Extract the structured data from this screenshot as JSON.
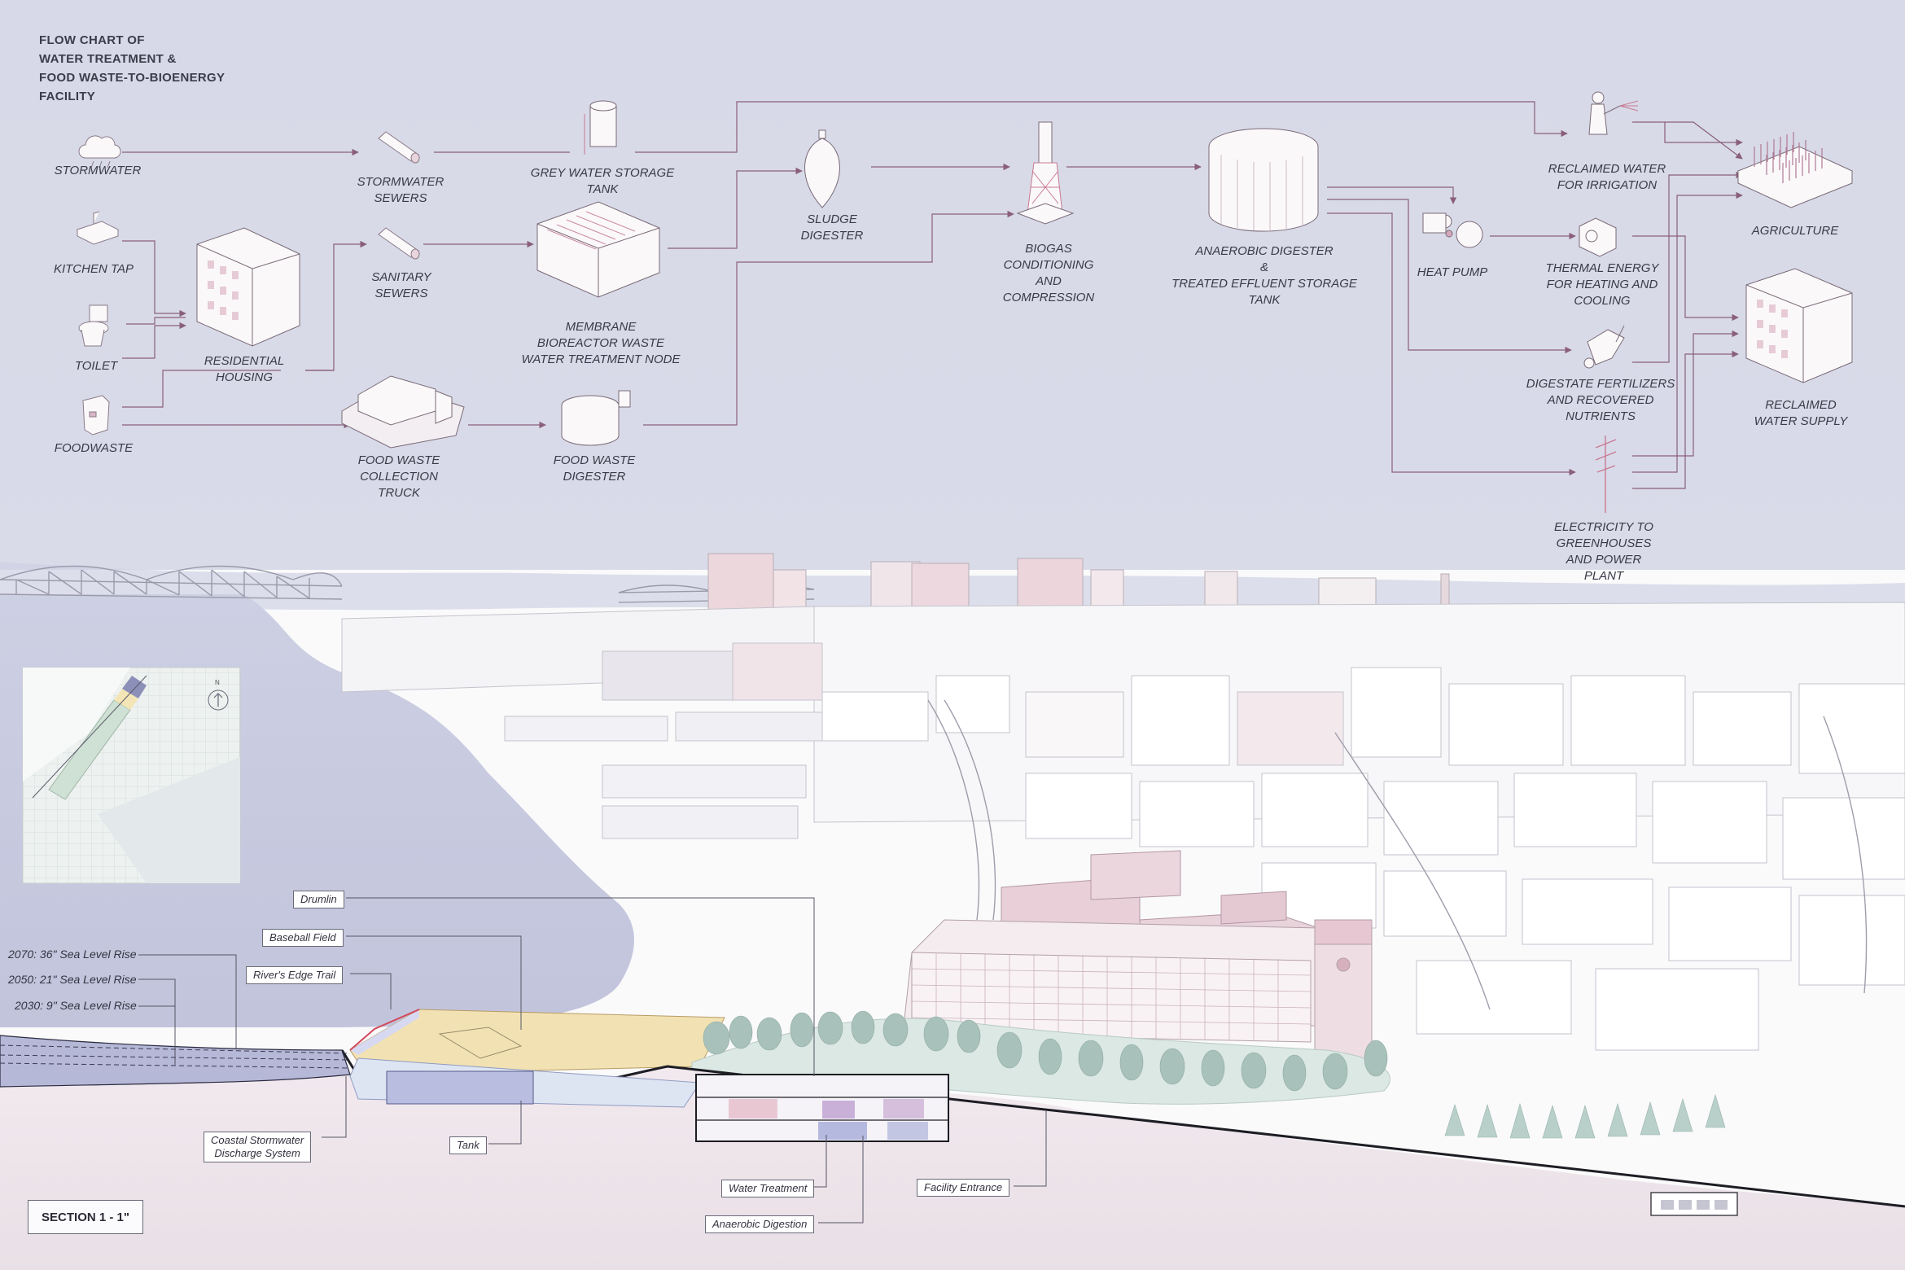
{
  "header": {
    "title_lines": [
      "FLOW CHART OF",
      "WATER TREATMENT &",
      "FOOD WASTE-TO-BIOENERGY",
      "FACILITY"
    ]
  },
  "colors": {
    "sky": "#d6d9e8",
    "flow_line": "#8a5f7a",
    "river": "#c9cbe0",
    "building_outline": "#b9b9c4",
    "highlight_pink": "#e9c5cf",
    "baseball_sand": "#f1e2b6",
    "ground": "#efe6ec",
    "tree": "#8fb8b0"
  },
  "flowchart": {
    "nodes": {
      "stormwater": "STORMWATER",
      "kitchen_tap": "KITCHEN TAP",
      "toilet": "TOILET",
      "foodwaste": "FOODWASTE",
      "residential_housing": "RESIDENTIAL\nHOUSING",
      "stormwater_sewers": "STORMWATER\nSEWERS",
      "sanitary_sewers": "SANITARY\nSEWERS",
      "food_waste_truck": "FOOD WASTE\nCOLLECTION\nTRUCK",
      "grey_water_tank": "GREY WATER STORAGE\nTANK",
      "membrane_bioreactor": "MEMBRANE\nBIOREACTOR WASTE\nWATER TREATMENT NODE",
      "food_waste_digester": "FOOD WASTE\nDIGESTER",
      "sludge_digester": "SLUDGE\nDIGESTER",
      "biogas": "BIOGAS\nCONDITIONING\nAND\nCOMPRESSION",
      "anaerobic_digester": "ANAEROBIC DIGESTER\n&\nTREATED EFFLUENT STORAGE\nTANK",
      "heat_pump": "HEAT PUMP",
      "reclaimed_irrigation": "RECLAIMED WATER\nFOR IRRIGATION",
      "thermal_energy": "THERMAL ENERGY\nFOR HEATING AND\nCOOLING",
      "digestate": "DIGESTATE FERTILIZERS\nAND RECOVERED\nNUTRIENTS",
      "electricity": "ELECTRICITY TO\nGREENHOUSES\nAND POWER\nPLANT",
      "agriculture": "AGRICULTURE",
      "reclaimed_supply": "RECLAIMED\nWATER SUPPLY"
    },
    "icons": {
      "stormwater": "rain-cloud-icon",
      "kitchen_tap": "sink-icon",
      "toilet": "toilet-icon",
      "foodwaste": "waste-bin-icon",
      "residential_housing": "apartment-building-icon",
      "stormwater_sewers": "pipe-icon",
      "sanitary_sewers": "pipe-icon",
      "food_waste_truck": "truck-icon",
      "grey_water_tank": "storage-tank-icon",
      "membrane_bioreactor": "bioreactor-icon",
      "food_waste_digester": "digester-tank-icon",
      "sludge_digester": "egg-digester-icon",
      "biogas": "gas-tower-icon",
      "anaerobic_digester": "large-tank-icon",
      "heat_pump": "heat-pump-icon",
      "reclaimed_irrigation": "irrigation-worker-icon",
      "thermal_energy": "thermal-unit-icon",
      "digestate": "fertilizer-spreader-icon",
      "electricity": "power-pole-icon",
      "agriculture": "crop-field-icon",
      "reclaimed_supply": "apartment-building-icon"
    }
  },
  "section": {
    "sea_levels": [
      "2070: 36\" Sea Level Rise",
      "2050: 21\" Sea Level Rise",
      "2030: 9\" Sea Level Rise"
    ],
    "callouts": {
      "drumlin": "Drumlin",
      "baseball": "Baseball Field",
      "trail": "River's Edge Trail",
      "coastal": "Coastal Stormwater\nDischarge System",
      "tank": "Tank",
      "water_treatment": "Water Treatment",
      "anaerobic_digestion": "Anaerobic Digestion",
      "facility_entrance": "Facility Entrance"
    },
    "label": "SECTION 1 - 1\""
  },
  "key_map": {
    "north_label": "N"
  }
}
